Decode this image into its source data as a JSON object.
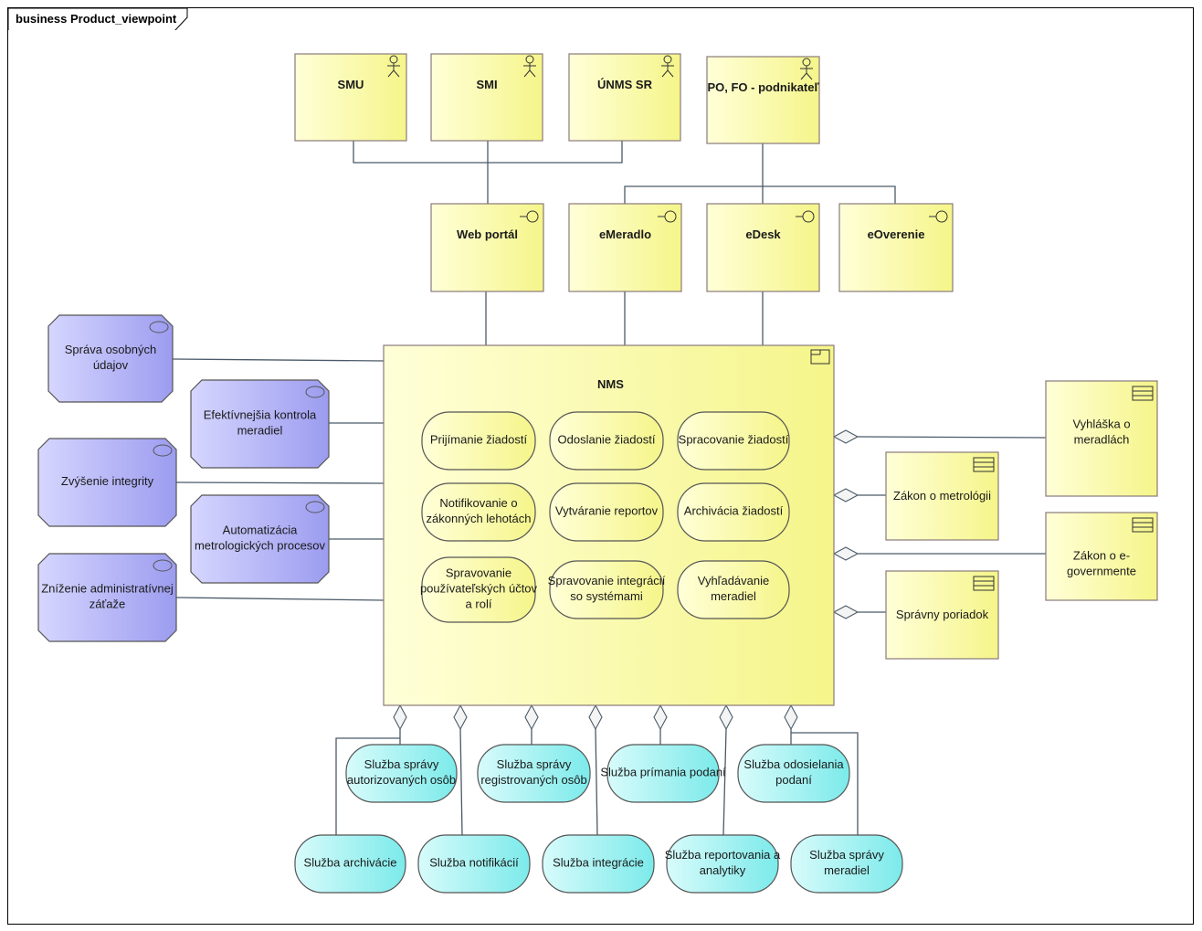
{
  "diagram": {
    "title": "business Product_viewpoint",
    "actors": [
      {
        "id": "smu",
        "label": "SMU"
      },
      {
        "id": "smi",
        "label": "SMI"
      },
      {
        "id": "unms",
        "label": "ÚNMS SR"
      },
      {
        "id": "po",
        "label": "PO, FO - podnikateľ"
      }
    ],
    "interfaces": [
      {
        "id": "web",
        "label": "Web portál"
      },
      {
        "id": "emeradlo",
        "label": "eMeradlo"
      },
      {
        "id": "edesk",
        "label": "eDesk"
      },
      {
        "id": "eoverenie",
        "label": "eOverenie"
      }
    ],
    "goals": [
      {
        "id": "g1",
        "lines": [
          "Správa osobných",
          "údajov"
        ]
      },
      {
        "id": "g2",
        "lines": [
          "Efektívnejšia kontrola",
          "meradiel"
        ]
      },
      {
        "id": "g3",
        "lines": [
          "Zvýšenie integrity"
        ]
      },
      {
        "id": "g4",
        "lines": [
          "Automatizácia",
          "metrologických procesov"
        ]
      },
      {
        "id": "g5",
        "lines": [
          "Zníženie administratívnej",
          "záťaže"
        ]
      }
    ],
    "product": {
      "label": "NMS",
      "functions": [
        {
          "id": "f1",
          "lines": [
            "Prijímanie žiadostí"
          ]
        },
        {
          "id": "f2",
          "lines": [
            "Odoslanie žiadostí"
          ]
        },
        {
          "id": "f3",
          "lines": [
            "Spracovanie žiadostí"
          ]
        },
        {
          "id": "f4",
          "lines": [
            "Notifikovanie o",
            "zákonných lehotách"
          ]
        },
        {
          "id": "f5",
          "lines": [
            "Vytváranie reportov"
          ]
        },
        {
          "id": "f6",
          "lines": [
            "Archivácia žiadostí"
          ]
        },
        {
          "id": "f7",
          "lines": [
            "Spravovanie",
            "používateľských účtov",
            "a rolí"
          ]
        },
        {
          "id": "f8",
          "lines": [
            "Spravovanie integrácií",
            "so systémami"
          ]
        },
        {
          "id": "f9",
          "lines": [
            "Vyhľadávanie",
            "meradiel"
          ]
        }
      ]
    },
    "contracts": [
      {
        "id": "c1",
        "lines": [
          "Vyhláška o",
          "meradlách"
        ]
      },
      {
        "id": "c2",
        "lines": [
          "Zákon o metrológii"
        ]
      },
      {
        "id": "c3",
        "lines": [
          "Zákon o e-",
          "governmente"
        ]
      },
      {
        "id": "c4",
        "lines": [
          "Správny poriadok"
        ]
      }
    ],
    "services": [
      {
        "id": "s1",
        "lines": [
          "Služba správy",
          "autorizovaných osôb"
        ]
      },
      {
        "id": "s2",
        "lines": [
          "Služba správy",
          "registrovaných osôb"
        ]
      },
      {
        "id": "s3",
        "lines": [
          "Služba prímania podaní"
        ]
      },
      {
        "id": "s4",
        "lines": [
          "Služba odosielania",
          "podaní"
        ]
      },
      {
        "id": "s5",
        "lines": [
          "Služba archivácie"
        ]
      },
      {
        "id": "s6",
        "lines": [
          "Služba notifikácií"
        ]
      },
      {
        "id": "s7",
        "lines": [
          "Služba integrácie"
        ]
      },
      {
        "id": "s8",
        "lines": [
          "Služba reportovania a",
          "analytiky"
        ]
      },
      {
        "id": "s9",
        "lines": [
          "Služba správy",
          "meradiel"
        ]
      }
    ],
    "colors": {
      "yellow_light": "#ffffd8",
      "yellow_dark": "#f5f58a",
      "purple_light": "#d6d6ff",
      "purple_dark": "#9c9cf0",
      "cyan_light": "#d8fbfb",
      "cyan_dark": "#7ceaea",
      "line": "#4a5a68",
      "border": "#8a7a7a"
    }
  }
}
